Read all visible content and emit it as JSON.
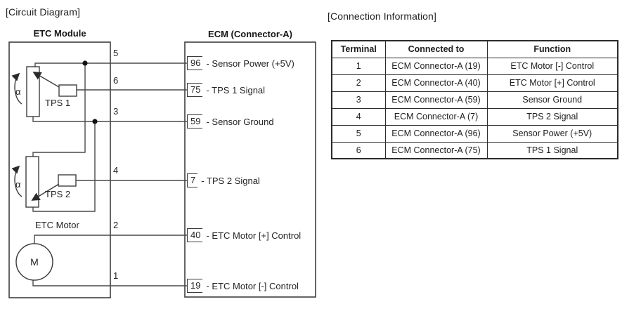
{
  "titles": {
    "circuit_diagram": "[Circuit Diagram]",
    "connection_information": "[Connection Information]"
  },
  "circuit": {
    "module_label": "ETC Module",
    "ecm_label": "ECM (Connector-A)",
    "tps1_label": "TPS 1",
    "tps2_label": "TPS 2",
    "etc_motor_label": "ETC Motor",
    "motor_symbol": "M",
    "alpha_symbol": "α",
    "wires": [
      {
        "terminal": "5",
        "ecm_pin": "96",
        "pin_function": "- Sensor Power (+5V)"
      },
      {
        "terminal": "6",
        "ecm_pin": "75",
        "pin_function": "- TPS 1 Signal"
      },
      {
        "terminal": "3",
        "ecm_pin": "59",
        "pin_function": "- Sensor Ground"
      },
      {
        "terminal": "4",
        "ecm_pin": "7",
        "pin_function": "- TPS 2 Signal"
      },
      {
        "terminal": "2",
        "ecm_pin": "40",
        "pin_function": "- ETC Motor [+] Control"
      },
      {
        "terminal": "1",
        "ecm_pin": "19",
        "pin_function": "- ETC Motor [-] Control"
      }
    ]
  },
  "connection_table": {
    "headers": [
      "Terminal",
      "Connected to",
      "Function"
    ],
    "rows": [
      {
        "terminal": "1",
        "connected_to": "ECM Connector-A (19)",
        "function": "ETC Motor [-] Control"
      },
      {
        "terminal": "2",
        "connected_to": "ECM Connector-A (40)",
        "function": "ETC Motor [+] Control"
      },
      {
        "terminal": "3",
        "connected_to": "ECM Connector-A (59)",
        "function": "Sensor Ground"
      },
      {
        "terminal": "4",
        "connected_to": "ECM Connector-A (7)",
        "function": "TPS 2 Signal"
      },
      {
        "terminal": "5",
        "connected_to": "ECM Connector-A (96)",
        "function": "Sensor Power (+5V)"
      },
      {
        "terminal": "6",
        "connected_to": "ECM Connector-A (75)",
        "function": "TPS 1 Signal"
      }
    ]
  },
  "colors": {
    "line": "#3f3f3f",
    "wire": "#4a4a4a",
    "text": "#1a1a1a",
    "background": "#ffffff"
  }
}
